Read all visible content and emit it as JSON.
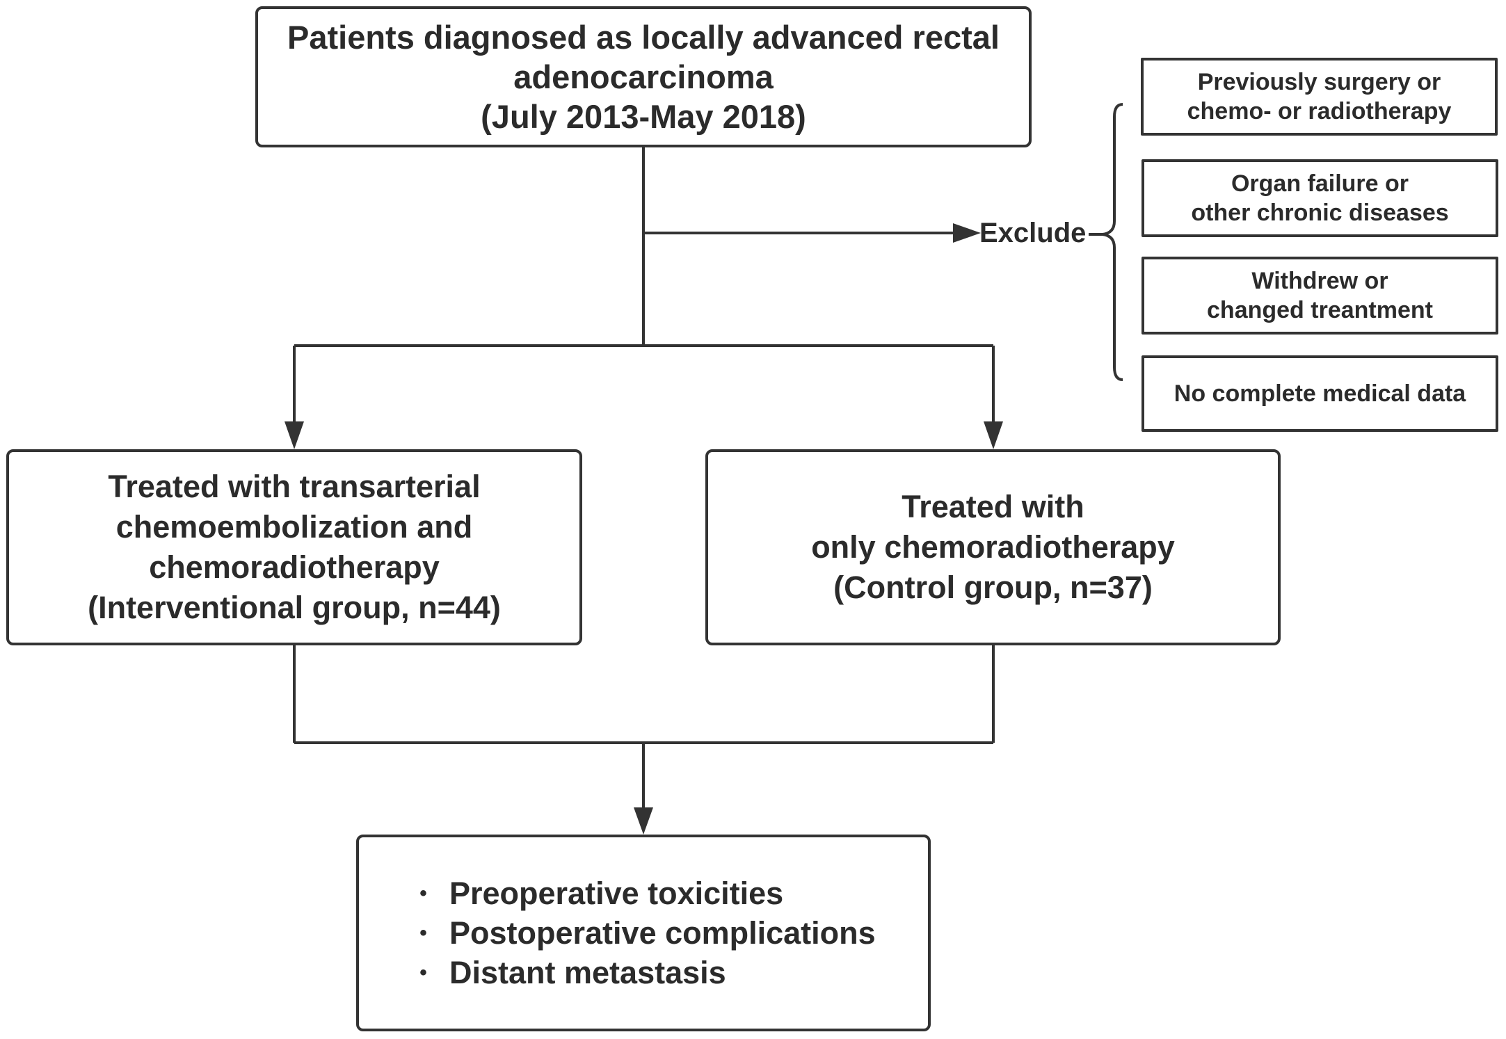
{
  "diagram": {
    "patients_box": {
      "lines": [
        "Patients diagnosed as locally advanced rectal",
        "adenocarcinoma",
        "(July 2013-May 2018)"
      ]
    },
    "exclude_label": "Exclude",
    "exclusion_criteria": [
      {
        "lines": [
          "Previously surgery or",
          "chemo- or radiotherapy"
        ]
      },
      {
        "lines": [
          "Organ failure or",
          "other chronic diseases"
        ]
      },
      {
        "lines": [
          "Withdrew or",
          "changed treantment"
        ]
      },
      {
        "lines": [
          "No complete medical data"
        ]
      }
    ],
    "interventional_box": {
      "lines": [
        "Treated with transarterial",
        "chemoembolization and",
        "chemoradiotherapy",
        "(Interventional group, n=44)"
      ]
    },
    "control_box": {
      "lines": [
        "Treated with",
        "only chemoradiotherapy",
        "(Control group, n=37)"
      ]
    },
    "outcomes_box": {
      "bullet_symbol": "•",
      "items": [
        "Preoperative toxicities",
        "Postoperative complications",
        "Distant metastasis"
      ]
    }
  },
  "colors": {
    "line": "#333333",
    "text": "#2b2b2b",
    "background": "#ffffff"
  }
}
